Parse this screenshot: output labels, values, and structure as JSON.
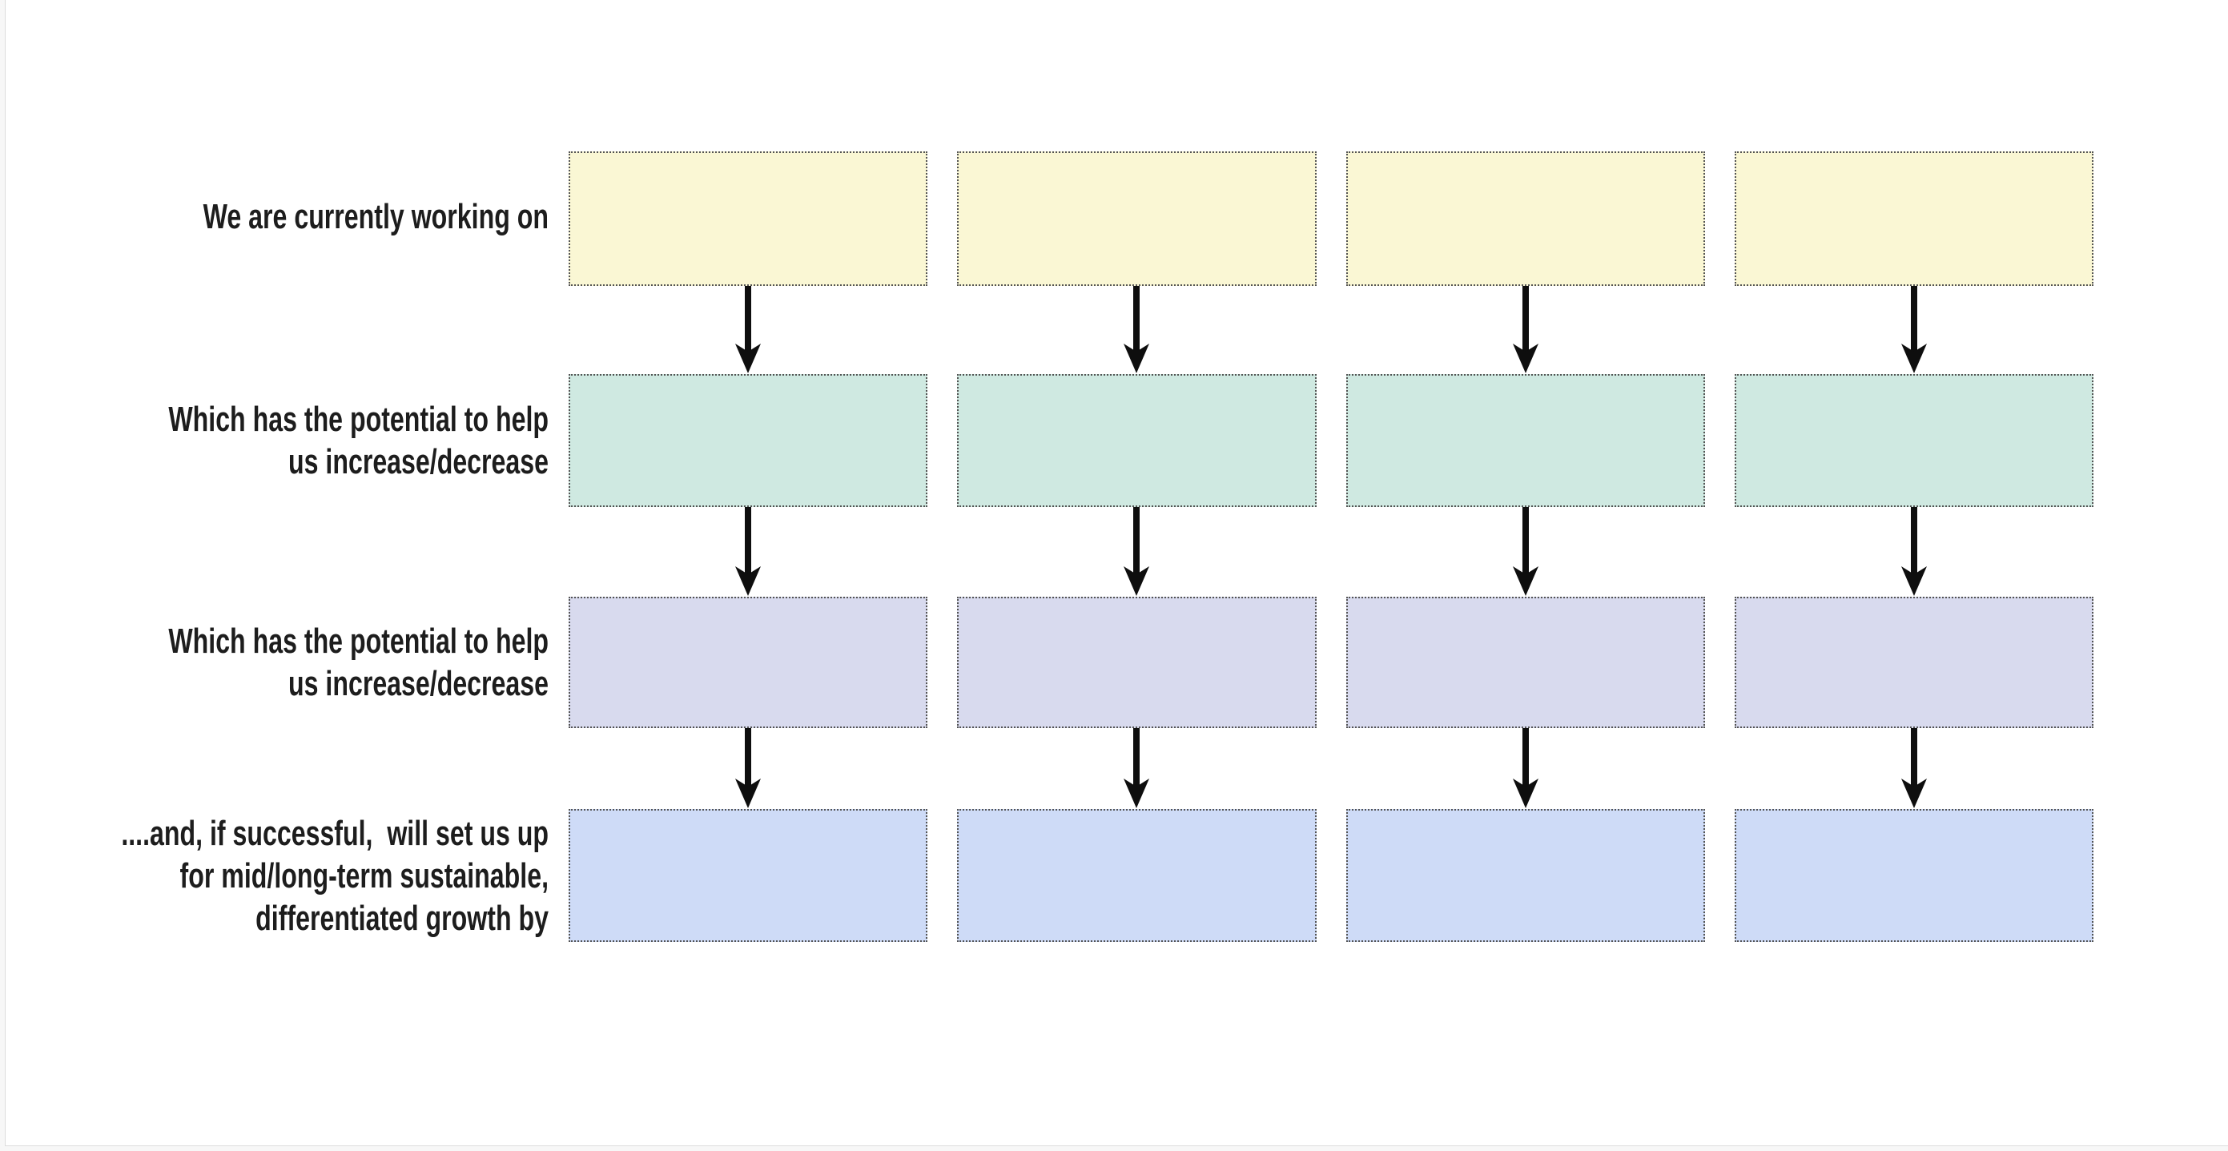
{
  "canvas": {
    "background": "#ffffff",
    "frame_line_color": "#dcdcdc",
    "outside_background": "#f7f7f7"
  },
  "diagram": {
    "columns_per_row": 4,
    "text_color": "#1d1d1d",
    "arrow_color": "#0e0e0e",
    "box_border_color": "#545454",
    "rows": [
      {
        "id": "currently-working-on",
        "label_lines": [
          "We are currently working on"
        ],
        "box_color": "#FAF7D4"
      },
      {
        "id": "potential-increase-1",
        "label_lines": [
          "Which has the potential to help",
          "us increase/decrease"
        ],
        "box_color": "#CFE9E1"
      },
      {
        "id": "potential-increase-2",
        "label_lines": [
          "Which has the potential to help",
          "us increase/decrease"
        ],
        "box_color": "#D8DAEE"
      },
      {
        "id": "sustainable-growth",
        "label_lines": [
          "....and, if successful,  will set us up",
          "for mid/long-term sustainable,",
          "differentiated growth by"
        ],
        "box_color": "#CEDBF7"
      }
    ]
  }
}
